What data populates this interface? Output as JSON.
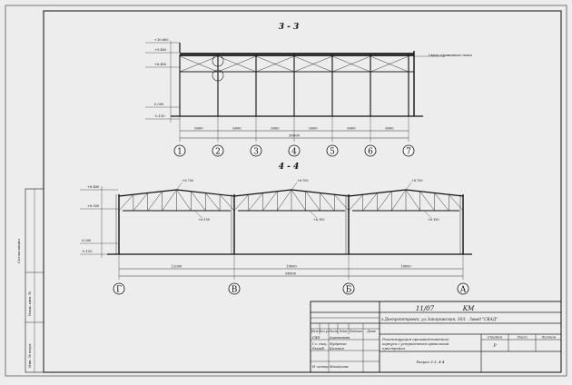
{
  "drawing": {
    "section_top": {
      "title": "3 - 3",
      "level_labels": [
        "+10.600",
        "+9.400",
        "+6.400",
        "0.000",
        "-0.150"
      ],
      "callout": "Связи стропильного пояса",
      "dim_spans": [
        "6000",
        "6000",
        "6000",
        "6000",
        "6000",
        "6000"
      ],
      "dim_total": "36000",
      "axes": [
        "1",
        "2",
        "3",
        "4",
        "5",
        "6",
        "7"
      ]
    },
    "section_bottom": {
      "title": "4 - 4",
      "level_labels": [
        "+8.400",
        "+6.550",
        "0.000",
        "-0.150"
      ],
      "ridge_marks": [
        "+8.700",
        "+8.700",
        "+8.700"
      ],
      "lower_marks": [
        "+6.150",
        "+6.150",
        "+6.150"
      ],
      "dim_spans": [
        "12000",
        "18000",
        "18000"
      ],
      "dim_total": "54000",
      "axes": [
        "Г",
        "В",
        "Б",
        "А"
      ]
    }
  },
  "title_block": {
    "code": "11/07",
    "mark": "КМ",
    "address": "г.Днепропетровск, ул.Запорожская, 16/1  . Завод \"СКАД\"",
    "header_cells": [
      "Изм.",
      "Кол.уч",
      "Лист",
      "№док",
      "Подпись",
      "Дата"
    ],
    "staff": [
      {
        "role": "ГИП",
        "name": "Агрономова"
      },
      {
        "role": "Гл. спец.",
        "name": "Мудренко"
      },
      {
        "role": "Разраб.",
        "name": "Кальная"
      },
      {
        "role": "Н. контр.",
        "name": "Михайлова"
      }
    ],
    "description": "Реконструкция производственного корпуса с устройством кровельной пристройки",
    "sheet_title": "Разрез 3-3, 4-4",
    "stage_head": "Стадия",
    "sheet_head": "Лист",
    "sheets_head": "Листов",
    "stage": "Р"
  },
  "side_stamp": [
    "Согласовано",
    "Взам. инв. №",
    "Инв. № подл."
  ]
}
